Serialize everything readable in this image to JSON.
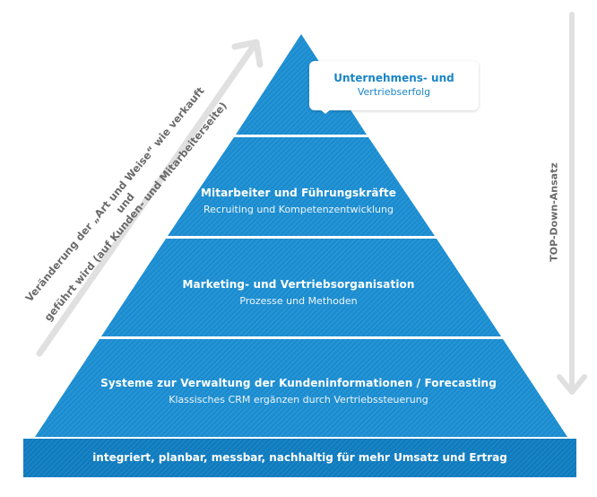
{
  "colors": {
    "pyramid_blue": "#1a8ccf",
    "pyramid_blue_dark": "#1479b8",
    "base_blue": "#0f7bbd",
    "arrow_gray": "#e0e0e0",
    "label_gray": "#6a6a6a",
    "bubble_text": "#1a85c6"
  },
  "pyramid": {
    "top": {
      "title": "Unternehmens- und",
      "subtitle": "Vertriebserfolg"
    },
    "layers": [
      {
        "title": "Mitarbeiter und Führungskräfte",
        "subtitle": "Recruiting und Kompetenzentwicklung"
      },
      {
        "title": "Marketing- und Vertriebsorganisation",
        "subtitle": "Prozesse und Methoden"
      },
      {
        "title": "Systeme zur Verwaltung der Kundeninformationen / Forecasting",
        "subtitle": "Klassisches CRM ergänzen durch Vertriebssteuerung"
      }
    ],
    "base": "integriert, planbar, messbar, nachhaltig für mehr Umsatz und Ertrag"
  },
  "arrows": {
    "diagonal_label_line1": "Veränderung der „Art und Weise“ wie verkauft und",
    "diagonal_label_line2": "geführt wird (auf Kunden- und Mitarbeiterseite)",
    "diagonal_icon": "arrow-up-right-icon",
    "vertical_label": "TOP-Down-Ansatz",
    "vertical_icon": "arrow-down-icon"
  }
}
